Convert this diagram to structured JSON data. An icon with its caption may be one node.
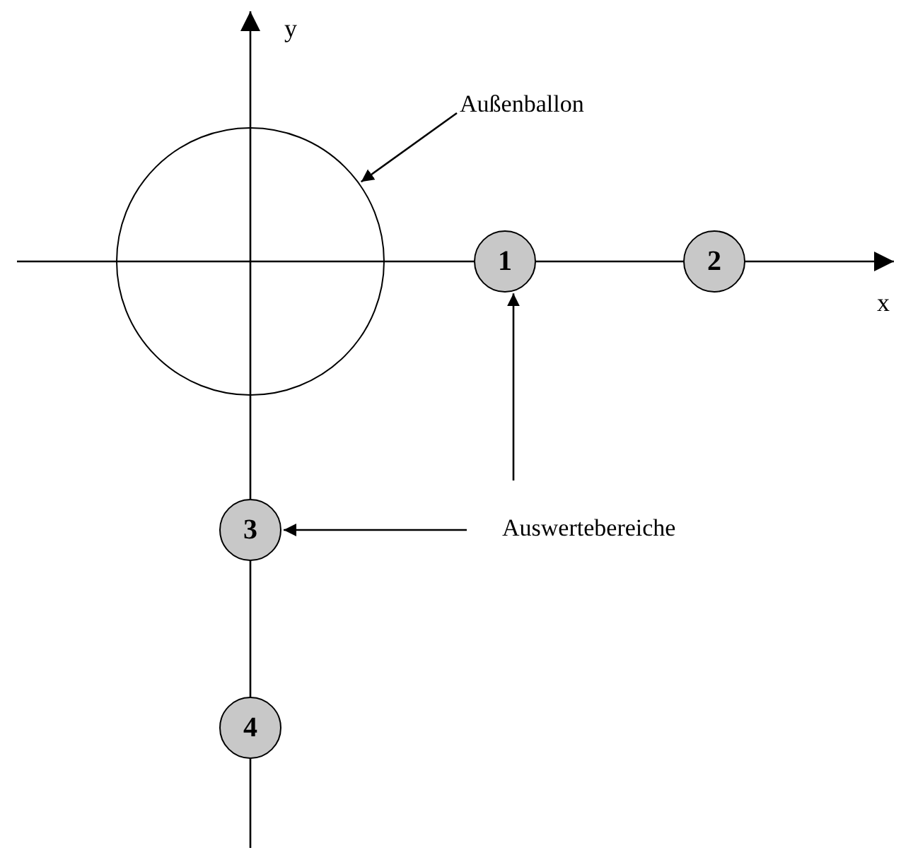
{
  "diagram": {
    "nodes": [
      {
        "text": [
          "Außenballon"
        ]
      },
      {
        "text": [],
        "shape": "circle"
      },
      {
        "text": [
          "1"
        ]
      },
      {
        "text": [
          "2"
        ]
      },
      {
        "text": [
          "3"
        ]
      },
      {
        "text": [
          "Auswertebereiche"
        ]
      },
      {
        "text": [
          "4"
        ]
      }
    ],
    "edges": [
      {
        "from": 0,
        "to": 1,
        "arrow": "to"
      },
      {
        "from": 5,
        "to": 2,
        "arrow": "to"
      },
      {
        "from": 5,
        "to": 4,
        "arrow": "to"
      }
    ],
    "labels": [
      "y",
      "x"
    ]
  }
}
